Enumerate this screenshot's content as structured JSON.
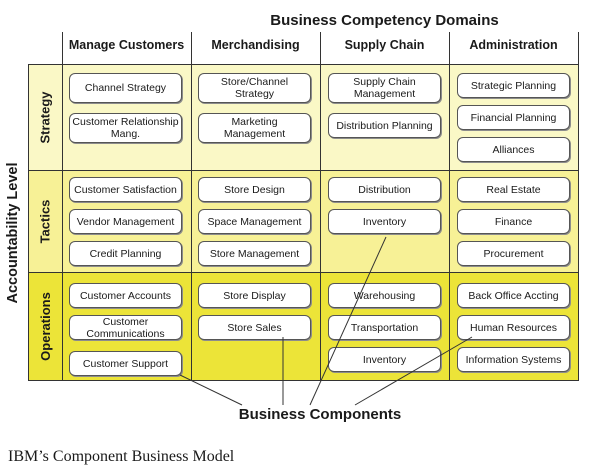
{
  "diagram": {
    "title": "Business Competency Domains",
    "y_axis_label": "Accountability Level",
    "bottom_label": "Business Components",
    "caption": "IBM’s Component Business Model",
    "colors": {
      "strategy": "#faf8c6",
      "tactics": "#f7f196",
      "operations": "#ece438",
      "box": "#ffffff",
      "line": "#333333"
    },
    "columns": [
      {
        "label": "Manage Customers"
      },
      {
        "label": "Merchandising"
      },
      {
        "label": "Supply Chain"
      },
      {
        "label": "Administration"
      }
    ],
    "rows": [
      {
        "label": "Strategy",
        "cells": [
          [
            "Channel Strategy",
            "Customer Relationship Mang."
          ],
          [
            "Store/Channel Strategy",
            "Marketing Management"
          ],
          [
            "Supply Chain Management",
            "Distribution Planning"
          ],
          [
            "Strategic Planning",
            "Financial Planning",
            "Alliances"
          ]
        ]
      },
      {
        "label": "Tactics",
        "cells": [
          [
            "Customer Satisfaction",
            "Vendor Management",
            "Credit Planning"
          ],
          [
            "Store Design",
            "Space Management",
            "Store Management"
          ],
          [
            "Distribution",
            "Inventory"
          ],
          [
            "Real Estate",
            "Finance",
            "Procurement"
          ]
        ]
      },
      {
        "label": "Operations",
        "cells": [
          [
            "Customer Accounts",
            "Customer Communications",
            "Customer Support"
          ],
          [
            "Store Display",
            "Store Sales"
          ],
          [
            "Warehousing",
            "Transportation",
            "Inventory"
          ],
          [
            "Back Office Accting",
            "Human Resources",
            "Information Systems"
          ]
        ]
      }
    ]
  }
}
